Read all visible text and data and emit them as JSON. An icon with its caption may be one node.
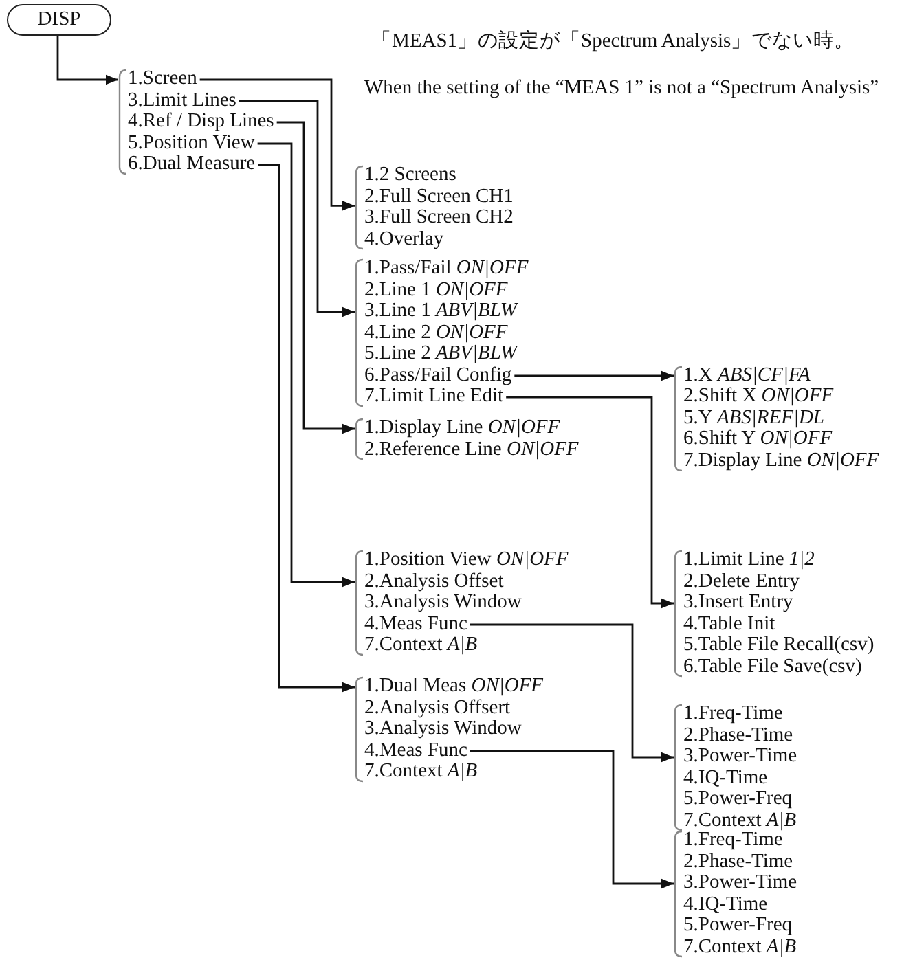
{
  "diagram": {
    "nodes": [
      {
        "text": [
          "DISP"
        ]
      },
      {
        "text": [],
        "shape": "bracket"
      },
      {
        "text": [
          "1.Screen"
        ],
        "in": 1
      },
      {
        "text": [
          "3.Limit Lines"
        ],
        "in": 1
      },
      {
        "text": [
          "4.Ref / Disp Lines"
        ],
        "in": 1
      },
      {
        "text": [
          "5.Position View"
        ],
        "in": 1
      },
      {
        "text": [
          "6.Dual Measure"
        ],
        "in": 1
      },
      {
        "text": [],
        "shape": "bracket"
      },
      {
        "text": [
          "1.2 Screens"
        ],
        "in": 7
      },
      {
        "text": [
          "2.Full Screen CH1"
        ],
        "in": 7
      },
      {
        "text": [
          "3.Full Screen CH2"
        ],
        "in": 7
      },
      {
        "text": [
          "4.Overlay"
        ],
        "in": 7
      },
      {
        "text": [],
        "shape": "bracket"
      },
      {
        "text": [
          "1.Pass/Fail *ON|OFF*"
        ],
        "in": 12
      },
      {
        "text": [
          "2.Line 1 *ON|OFF*"
        ],
        "in": 12
      },
      {
        "text": [
          "3.Line 1 *ABV|BLW*"
        ],
        "in": 12
      },
      {
        "text": [
          "4.Line 2 *ON|OFF*"
        ],
        "in": 12
      },
      {
        "text": [
          "5.Line 2 *ABV|BLW*"
        ],
        "in": 12
      },
      {
        "text": [
          "6.Pass/Fail Config"
        ],
        "in": 12
      },
      {
        "text": [
          "7.Limit Line Edit"
        ],
        "in": 12
      },
      {
        "text": [],
        "shape": "bracket"
      },
      {
        "text": [
          "1.X *ABS|CF|FA*"
        ],
        "in": 20
      },
      {
        "text": [
          "2.Shift X *ON|OFF*"
        ],
        "in": 20
      },
      {
        "text": [
          "5.Y *ABS|REF|DL*"
        ],
        "in": 20
      },
      {
        "text": [
          "6.Shift Y *ON|OFF*"
        ],
        "in": 20
      },
      {
        "text": [
          "7.Display Line *ON|OFF*"
        ],
        "in": 20
      },
      {
        "text": [],
        "shape": "bracket"
      },
      {
        "text": [
          "1.Display Line *ON|OFF*"
        ],
        "in": 26
      },
      {
        "text": [
          "2.Reference Line *ON|OFF*"
        ],
        "in": 26
      },
      {
        "text": [],
        "shape": "bracket"
      },
      {
        "text": [
          "1.Limit Line *1|2*"
        ],
        "in": 29
      },
      {
        "text": [
          "2.Delete Entry"
        ],
        "in": 29
      },
      {
        "text": [
          "3.Insert Entry"
        ],
        "in": 29
      },
      {
        "text": [
          "4.Table Init"
        ],
        "in": 29
      },
      {
        "text": [
          "5.Table File Recall(csv)"
        ],
        "in": 29
      },
      {
        "text": [
          "6.Table File Save(csv)"
        ],
        "in": 29
      },
      {
        "text": [],
        "shape": "bracket"
      },
      {
        "text": [
          "1.Position View *ON|OFF*"
        ],
        "in": 36
      },
      {
        "text": [
          "2.Analysis Offset"
        ],
        "in": 36
      },
      {
        "text": [
          "3.Analysis Window"
        ],
        "in": 36
      },
      {
        "text": [
          "4.Meas Func"
        ],
        "in": 36
      },
      {
        "text": [
          "7.Context *A|B*"
        ],
        "in": 36
      },
      {
        "text": [],
        "shape": "bracket"
      },
      {
        "text": [
          "1.Dual Meas *ON|OFF*"
        ],
        "in": 42
      },
      {
        "text": [
          "2.Analysis Offsert"
        ],
        "in": 42
      },
      {
        "text": [
          "3.Analysis Window"
        ],
        "in": 42
      },
      {
        "text": [
          "4.Meas Func"
        ],
        "in": 42
      },
      {
        "text": [
          "7.Context *A|B*"
        ],
        "in": 42
      },
      {
        "text": [],
        "shape": "bracket"
      },
      {
        "text": [
          "1.Freq-Time"
        ],
        "in": 48
      },
      {
        "text": [
          "2.Phase-Time"
        ],
        "in": 48
      },
      {
        "text": [
          "3.Power-Time"
        ],
        "in": 48
      },
      {
        "text": [
          "4.IQ-Time"
        ],
        "in": 48
      },
      {
        "text": [
          "5.Power-Freq"
        ],
        "in": 48
      },
      {
        "text": [
          "7.Context *A|B*"
        ],
        "in": 48
      },
      {
        "text": [],
        "shape": "bracket"
      },
      {
        "text": [
          "1.Freq-Time"
        ],
        "in": 55
      },
      {
        "text": [
          "2.Phase-Time"
        ],
        "in": 55
      },
      {
        "text": [
          "3.Power-Time"
        ],
        "in": 55
      },
      {
        "text": [
          "4.IQ-Time"
        ],
        "in": 55
      },
      {
        "text": [
          "5.Power-Freq"
        ],
        "in": 55
      },
      {
        "text": [
          "7.Context *A|B*"
        ],
        "in": 55
      }
    ],
    "edges": [
      {
        "from": 0,
        "to": 1,
        "arrow": "to"
      },
      {
        "from": 2,
        "to": 7,
        "arrow": "to"
      },
      {
        "from": 3,
        "to": 12,
        "arrow": "to"
      },
      {
        "from": 4,
        "to": 26,
        "arrow": "to"
      },
      {
        "from": 5,
        "to": 36,
        "arrow": "to"
      },
      {
        "from": 6,
        "to": 42,
        "arrow": "to"
      },
      {
        "from": 18,
        "to": 20,
        "arrow": "to"
      },
      {
        "from": 19,
        "to": 29,
        "arrow": "to"
      },
      {
        "from": 40,
        "to": 48,
        "arrow": "to"
      },
      {
        "from": 46,
        "to": 55,
        "arrow": "to"
      }
    ],
    "labels": [
      "「MEAS1」の設定が「Spectrum Analysis」でない時。",
      "When the setting of the “MEAS 1” is not a “Spectrum Analysis”"
    ]
  }
}
